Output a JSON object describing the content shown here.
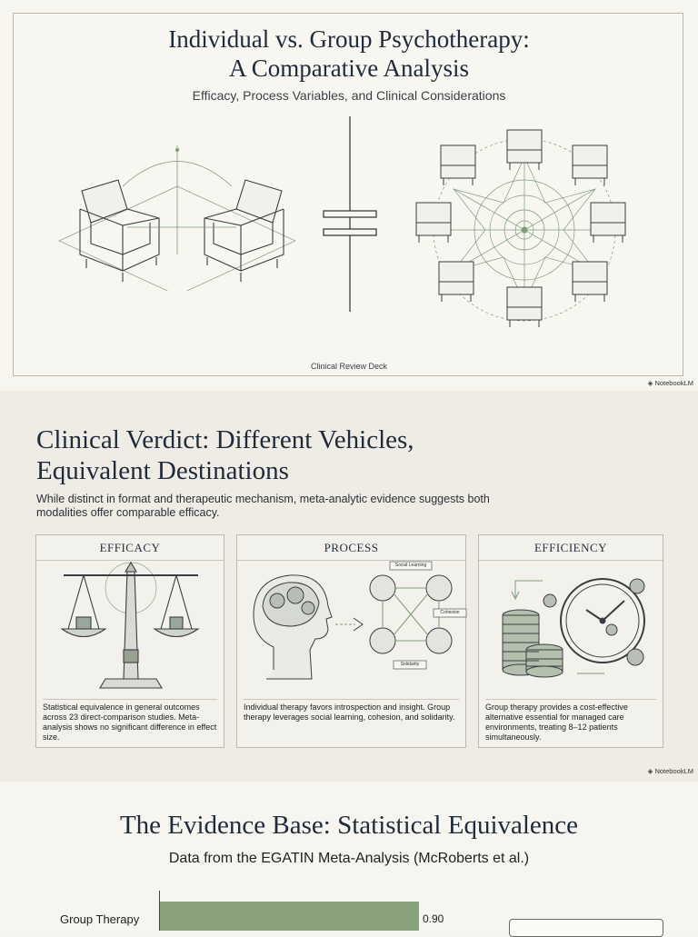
{
  "slide1": {
    "title_line1": "Individual vs. Group Psychotherapy:",
    "title_line2": "A Comparative Analysis",
    "subtitle": "Efficacy, Process Variables, and Clinical Considerations",
    "footer": "Clinical Review Deck",
    "brand": "NotebookLM",
    "illustration": {
      "left": "two-armchairs-facing-icon",
      "center": "not-equal-sign-icon",
      "right": "circle-of-eight-chairs-icon"
    }
  },
  "slide2": {
    "title_line1": "Clinical Verdict: Different Vehicles,",
    "title_line2": "Equivalent Destinations",
    "intro": "While distinct in format and therapeutic mechanism, meta-analytic evidence suggests both modalities offer comparable efficacy.",
    "brand": "NotebookLM",
    "cards": [
      {
        "heading": "EFFICACY",
        "icon": "balance-scale-icon",
        "text": "Statistical equivalence in general outcomes across 23 direct-comparison studies. Meta-analysis shows no significant difference in effect size."
      },
      {
        "heading": "PROCESS",
        "icon": "brain-network-icon",
        "labels": [
          "Social Learning",
          "Cohesion",
          "Solidarity"
        ],
        "text": "Individual therapy favors introspection and insight. Group therapy leverages social learning, cohesion, and solidarity."
      },
      {
        "heading": "EFFICIENCY",
        "icon": "clock-coins-gears-icon",
        "text": "Group therapy provides a cost-effective alternative essential for managed care environments, treating 8–12 patients simultaneously."
      }
    ]
  },
  "slide3": {
    "title": "The Evidence Base: Statistical Equivalence",
    "subtitle": "Data from the EGATIN Meta-Analysis (McRoberts et al.)",
    "chart_data": {
      "type": "bar",
      "orientation": "horizontal",
      "categories": [
        "Group Therapy"
      ],
      "values": [
        0.9
      ],
      "value_labels": [
        "0.90"
      ],
      "xlim": [
        0,
        1.2
      ]
    }
  }
}
